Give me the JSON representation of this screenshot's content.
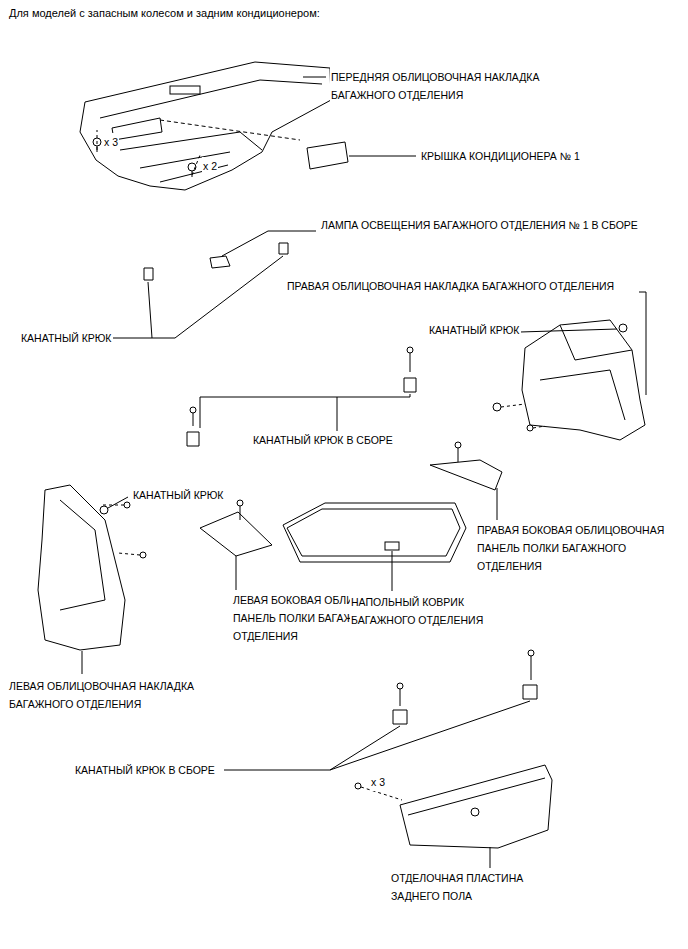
{
  "diagram": {
    "title": "Для моделей с запасным колесом и задним кондиционером:",
    "labels": [
      "ПЕРЕДНЯЯ ОБЛИЦОВОЧНАЯ НАКЛАДКА БАГАЖНОГО ОТДЕЛЕНИЯ",
      "x 3",
      "x 2",
      "КРЫШКА КОНДИЦИОНЕРА № 1",
      "ЛАМПА ОСВЕЩЕНИЯ БАГАЖНОГО ОТДЕЛЕНИЯ № 1 В СБОРЕ",
      "ПРАВАЯ ОБЛИЦОВОЧНАЯ НАКЛАДКА БАГАЖНОГО ОТДЕЛЕНИЯ",
      "КАНАТНЫЙ КРЮК",
      "КАНАТНЫЙ КРЮК",
      "КАНАТНЫЙ КРЮК В СБОРЕ",
      "КАНАТНЫЙ КРЮК",
      "ПРАВАЯ БОКОВАЯ ОБЛИЦОВОЧНАЯ ПАНЕЛЬ ПОЛКИ БАГАЖНОГО ОТДЕЛЕНИЯ",
      "ЛЕВАЯ БОКОВАЯ ОБЛИЦОВОЧНАЯ ПАНЕЛЬ ПОЛКИ БАГАЖНОГО ОТДЕЛЕНИЯ",
      "НАПОЛЬНЫЙ КОВРИК БАГАЖНОГО ОТДЕЛЕНИЯ",
      "ЛЕВАЯ ОБЛИЦОВОЧНАЯ НАКЛАДКА БАГАЖНОГО ОТДЕЛЕНИЯ",
      "КАНАТНЫЙ КРЮК В СБОРЕ",
      "x 3",
      "ОТДЕЛОЧНАЯ ПЛАСТИНА ЗАДНЕГО ПОЛА"
    ]
  }
}
